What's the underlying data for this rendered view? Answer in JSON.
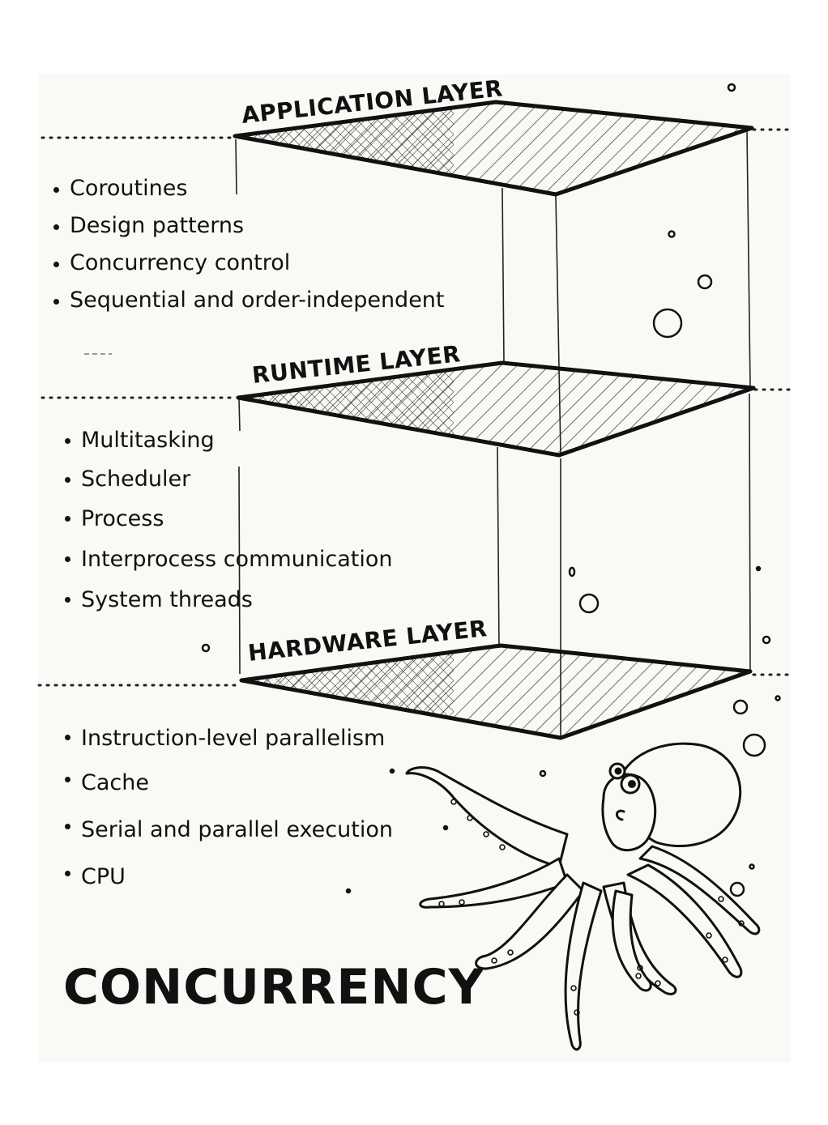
{
  "title": "CONCURRENCY",
  "layers": [
    {
      "name": "APPLICATION LAYER",
      "items": [
        "Coroutines",
        "Design patterns",
        "Concurrency control",
        "Sequential and order-independent"
      ]
    },
    {
      "name": "RUNTIME LAYER",
      "items": [
        "Multitasking",
        "Scheduler",
        "Process",
        "Interprocess communication",
        "System threads"
      ]
    },
    {
      "name": "HARDWARE LAYER",
      "items": [
        "Instruction-level parallelism",
        "Cache",
        "Serial and parallel execution",
        "CPU"
      ]
    }
  ],
  "illustration": {
    "subject": "octopus-icon",
    "bubbles": "bubble-icon"
  }
}
